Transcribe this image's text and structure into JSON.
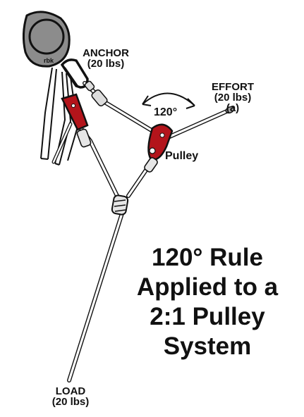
{
  "labels": {
    "rbk": "rbk",
    "anchor": "ANCHOR",
    "anchor_weight": "(20 lbs)",
    "effort": "EFFORT",
    "effort_weight": "(20 lbs)",
    "effort_tag": "(a)",
    "angle": "120°",
    "pulley": "Pulley",
    "load": "LOAD",
    "load_weight": "(20 lbs)"
  },
  "title_lines": [
    "120° Rule",
    "Applied to a",
    "2:1 Pulley",
    "System"
  ],
  "colors": {
    "pulley_red": "#b3141b",
    "anchor_gray": "#8c8c8c",
    "rope": "#ffffff",
    "outline": "#111111"
  }
}
